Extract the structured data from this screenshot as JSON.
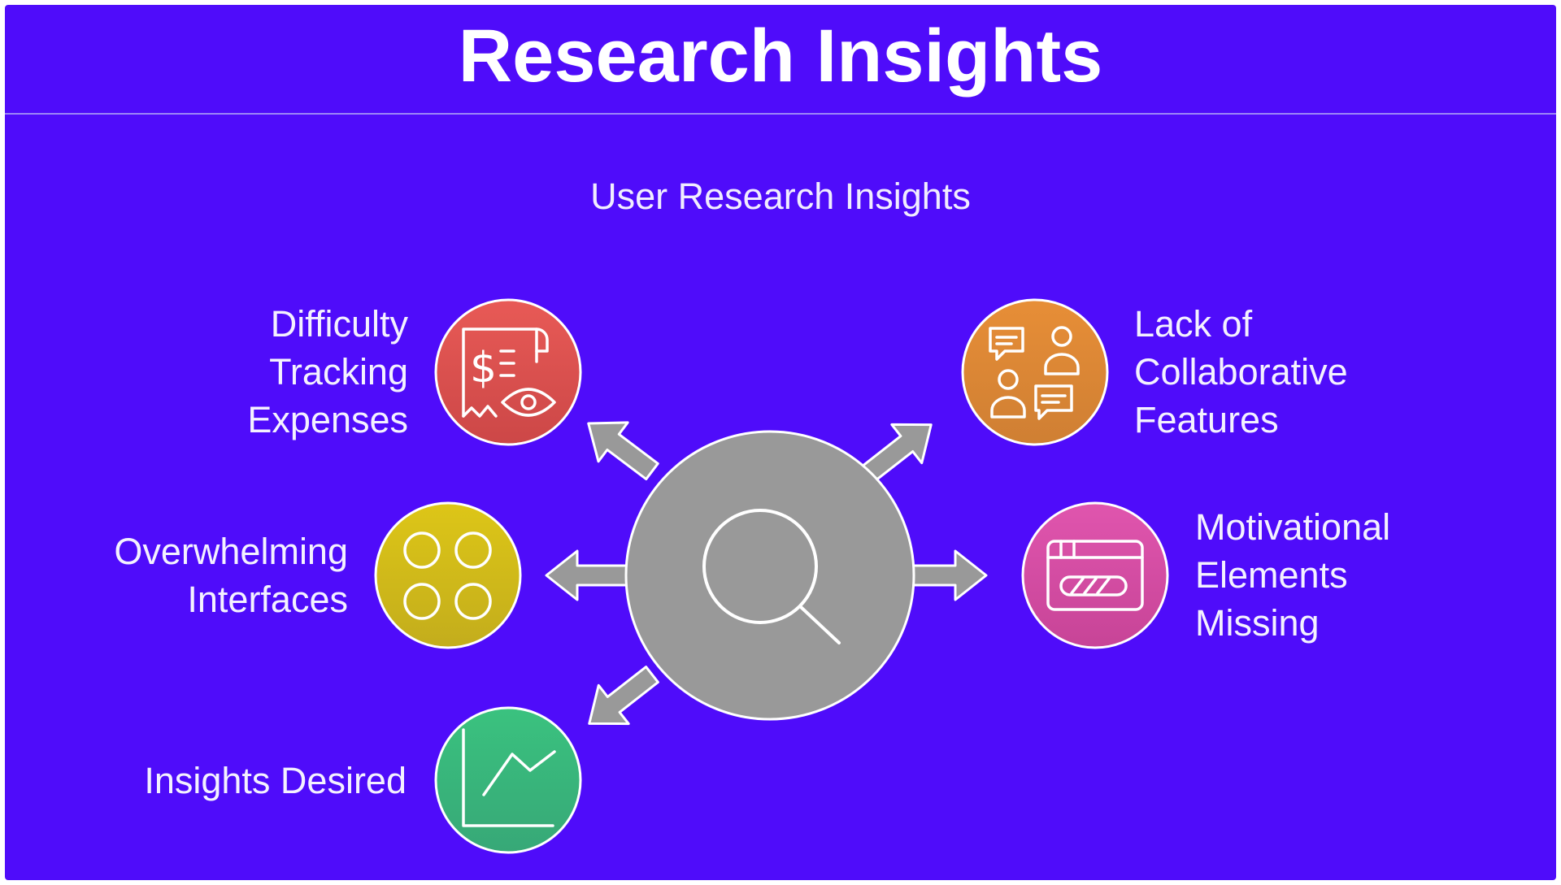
{
  "title": "Research Insights",
  "subtitle": "User Research Insights",
  "center": {
    "icon": "magnifying-glass-icon",
    "color": "#999999"
  },
  "nodes": [
    {
      "id": "expenses",
      "label": "Difficulty Tracking Expenses",
      "icon": "receipt-eye-icon",
      "color": "#e05555"
    },
    {
      "id": "interfaces",
      "label": "Overwhelming Interfaces",
      "icon": "four-circles-grid-icon",
      "color": "#d4c019"
    },
    {
      "id": "insights",
      "label": "Insights Desired",
      "icon": "line-chart-icon",
      "color": "#39b67d"
    },
    {
      "id": "collab",
      "label": "Lack of Collaborative Features",
      "icon": "people-chat-icon",
      "color": "#e08a36"
    },
    {
      "id": "motivation",
      "label": "Motivational Elements Missing",
      "icon": "progress-window-icon",
      "color": "#db4ba8"
    }
  ]
}
